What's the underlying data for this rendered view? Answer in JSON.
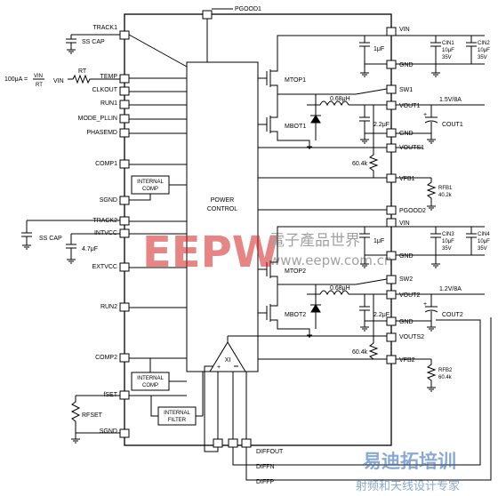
{
  "ic": {
    "left_pins": [
      "TRACK1",
      "TEMP",
      "CLKOUT",
      "RUN1",
      "MODE_PLLIN",
      "PHASEMD",
      "COMP1",
      "SGND",
      "TRACK2",
      "INTVCC",
      "EXTVCC",
      "RUN2",
      "COMP2",
      "fSET",
      "SGND"
    ],
    "right_pins": [
      "VIN",
      "GND",
      "SW1",
      "VOUT1",
      "GND",
      "VOUTS1",
      "VFB1",
      "PGOOD2",
      "VIN",
      "GND",
      "SW2",
      "VOUT2",
      "GND",
      "VOUTS2",
      "VFB2"
    ],
    "top_pin": "PGOOD1",
    "bottom_pins": [
      "DIFFOUT",
      "DIFFN",
      "DIFFP"
    ],
    "power_control": [
      "POWER",
      "CONTROL"
    ],
    "internal_comp": [
      "INTERNAL",
      "COMP"
    ],
    "internal_filter": [
      "INTERNAL",
      "FILTER"
    ],
    "amp_label": "XI"
  },
  "components": {
    "ss_cap": "SS CAP",
    "rt": "RT",
    "rt_eq_left": "100μA =",
    "rt_eq_num": "VIN",
    "rt_eq_den": "RT",
    "rt_vin": "VIN",
    "intvcc_cap": "4.7μF",
    "mtop1": "MTOP1",
    "mbot1": "MBOT1",
    "mtop2": "MTOP2",
    "mbot2": "MBOT2",
    "l1": "0.68μH",
    "l2": "0.68μH",
    "c_1uf_1": "1μF",
    "c_1uf_2": "1μF",
    "c_22_1": "2.2μF",
    "c_22_2": "2.2μF",
    "r_604_1": "60.4k",
    "r_604_2": "60.4k",
    "cin1": [
      "CIN1",
      "10μF",
      "35V"
    ],
    "cin2": [
      "CIN2",
      "10μF",
      "35V"
    ],
    "cin3": [
      "CIN3",
      "10μF",
      "35V"
    ],
    "cin4": [
      "CIN4",
      "10μF",
      "35V"
    ],
    "vout1_rating": "1.5V/8A",
    "vout2_rating": "1.2V/8A",
    "cout1": "COUT1",
    "cout2": "COUT2",
    "rfb1": [
      "RFB1",
      "40.2k"
    ],
    "rfb2": [
      "RFB2",
      "60.4k"
    ],
    "rfset": "RFSET",
    "plus": "+"
  },
  "watermarks": {
    "eepw": "EEPW",
    "eepw_cn": "電子產品世界",
    "eepw_url": "www.eepw.com.cn",
    "bottom_cn_1": "易迪拓培训",
    "bottom_cn_2": "射频和天线设计专家"
  },
  "colors": {
    "line": "#000000",
    "watermark_red": "#d42020",
    "watermark_dark": "#555555",
    "watermark_blue": "#3b6fb6"
  }
}
